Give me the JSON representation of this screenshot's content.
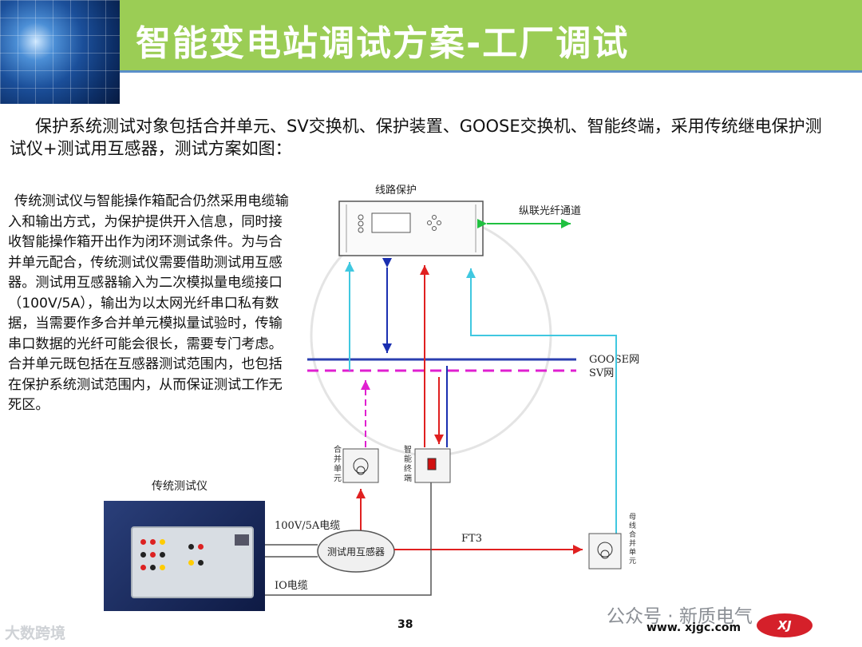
{
  "header": {
    "title": "智能变电站调试方案-工厂调试"
  },
  "intro": {
    "text": "保护系统测试对象包括合并单元、SV交换机、保护装置、GOOSE交换机、智能终端，采用传统继电保护测试仪+测试用互感器，测试方案如图："
  },
  "left_text": {
    "text": "传统测试仪与智能操作箱配合仍然采用电缆输入和输出方式，为保护提供开入信息，同时接收智能操作箱开出作为闭环测试条件。为与合并单元配合，传统测试仪需要借助测试用互感器。测试用互感器输入为二次模拟量电缆接口（100V/5A），输出为以太网光纤串口私有数据，当需要作多合并单元模拟量试验时，传输串口数据的光纤可能会很长，需要专门考虑。合并单元既包括在互感器测试范围内，也包括在保护系统测试范围内，从而保证测试工作无死区。"
  },
  "diagram": {
    "line_protection_label": "线路保护",
    "optical_channel_label": "纵联光纤通道",
    "goose_label": "GOOSE网",
    "sv_label": "SV网",
    "merging_unit_label": "合并单元",
    "smart_terminal_label": "智能终端",
    "bus_merging_unit_label": "母线合并单元",
    "test_instrument_label": "传统测试仪",
    "cable_100v_label": "100V/5A电缆",
    "test_transformer_label": "测试用互感器",
    "ft3_label": "FT3",
    "io_cable_label": "IO电缆",
    "colors": {
      "goose": "#2b3fb0",
      "sv": "#e020d0",
      "red": "#e02020",
      "green": "#20c040",
      "cyan": "#40c8e0",
      "blue": "#1a2fb0"
    }
  },
  "footer": {
    "page_number": "38",
    "watermark_left": "大数跨境",
    "watermark_right": "公众号 · 新质电气",
    "site": "www. xjgc.com",
    "logo_text": "XJ"
  }
}
